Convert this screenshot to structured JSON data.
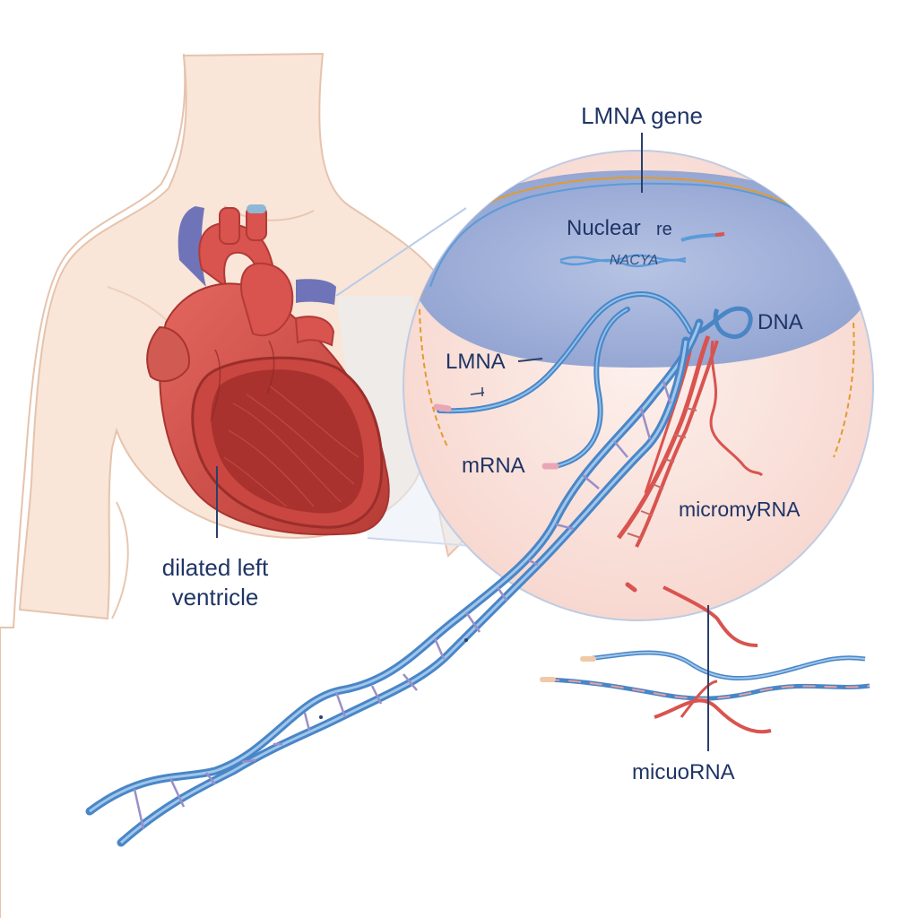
{
  "labels": {
    "lmna_gene": "LMNA gene",
    "nuclear": "Nuclear",
    "nuclear_suffix": "re",
    "nuclear_garbled": "NACYA",
    "dna": "DNA",
    "lmna": "LMNA",
    "mrna": "mRNA",
    "micromyrna": "micromyRNA",
    "micuorna": "micuoRNA",
    "ventricle_line1": "dilated left",
    "ventricle_line2": "ventricle"
  },
  "colors": {
    "skin": "#f8e3d3",
    "skin_outline": "#e2bda3",
    "heart": "#d9534f",
    "heart_dark": "#b23a36",
    "heart_inner": "#c24440",
    "vein": "#6f74b8",
    "nucleus_fill": "#9fb0d9",
    "cell_fill": "#fbe3dd",
    "dna_blue": "#5b9bd8",
    "rna_red": "#d9534f",
    "label_navy": "#1f3566",
    "lamina_orange": "#e39a2f"
  },
  "icons": [
    "heart-illustration",
    "body-silhouette",
    "dna-helix",
    "rna-strand"
  ]
}
